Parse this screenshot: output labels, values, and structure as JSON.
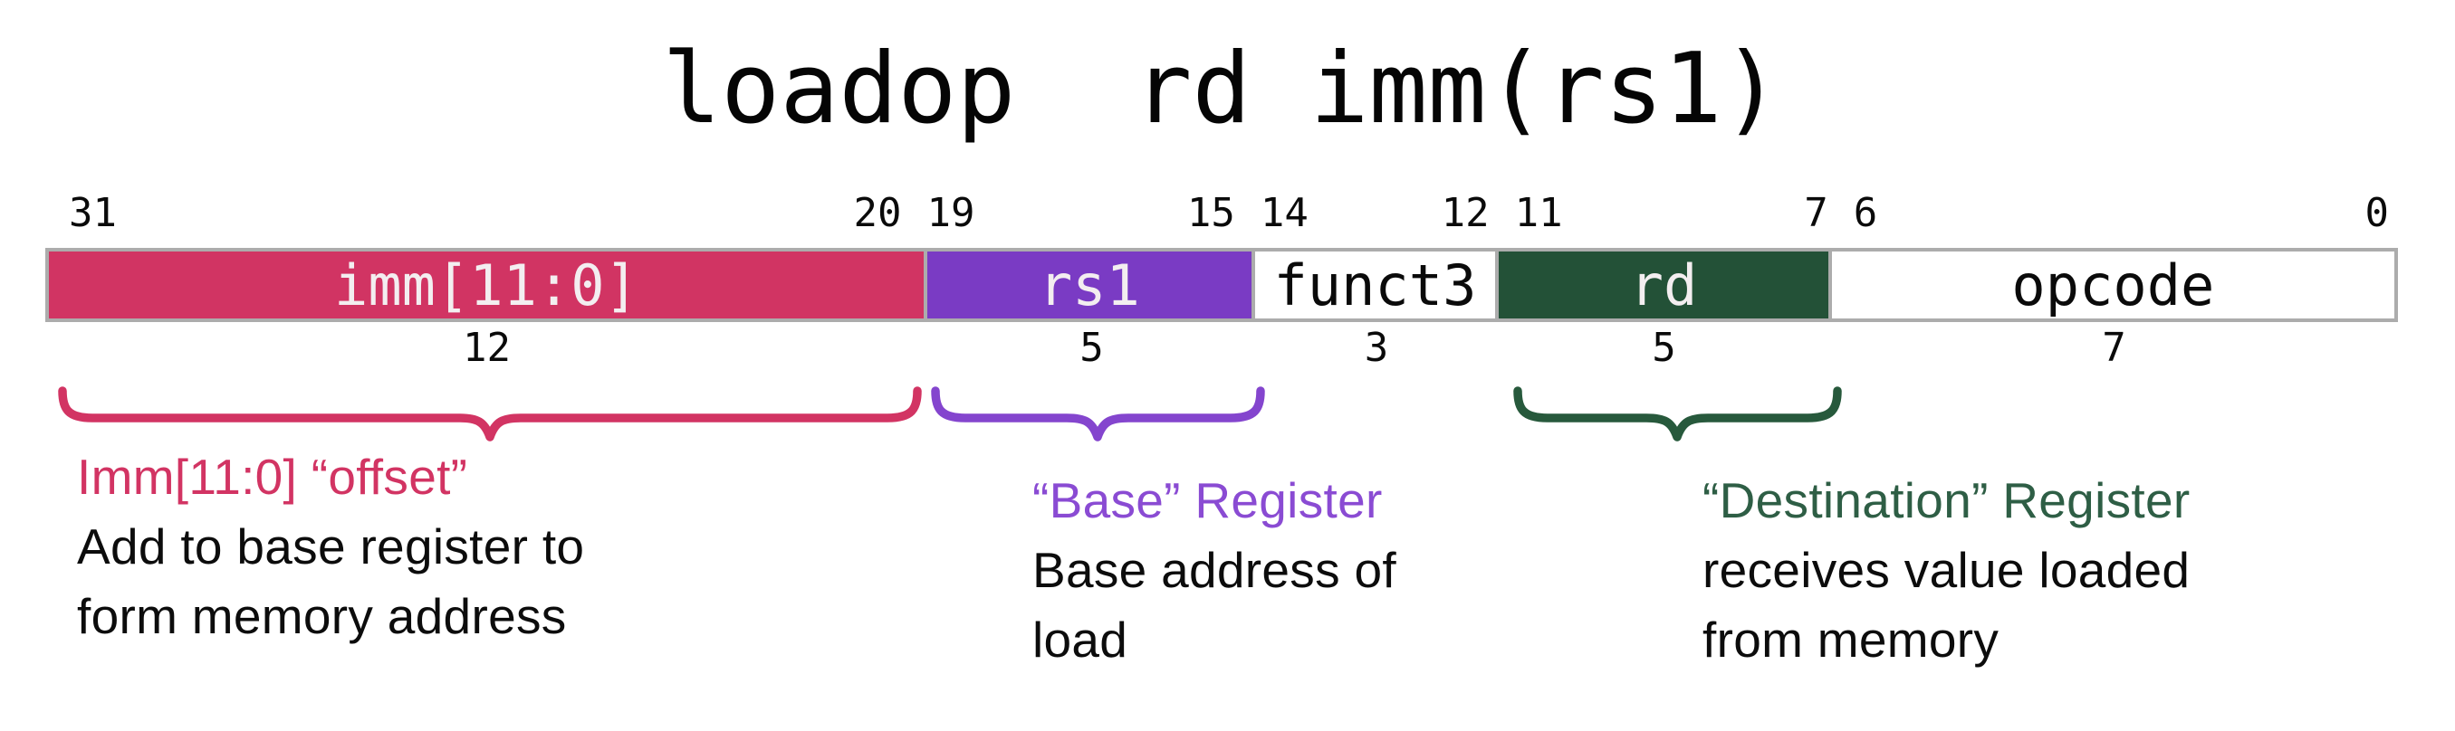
{
  "title": "loadop  rd imm(rs1)",
  "instruction": {
    "border_color": "#acacac",
    "fields": [
      {
        "name": "imm",
        "label": "imm[11:0]",
        "high_bit": "31",
        "low_bit": "20",
        "width_bits": "12",
        "bg": "#d13463",
        "fg": "#f3eef0"
      },
      {
        "name": "rs1",
        "label": "rs1",
        "high_bit": "19",
        "low_bit": "15",
        "width_bits": "5",
        "bg": "#7a3bc4",
        "fg": "#f3eef0"
      },
      {
        "name": "funct3",
        "label": "funct3",
        "high_bit": "14",
        "low_bit": "12",
        "width_bits": "3",
        "bg": "#ffffff",
        "fg": "#0a0a0a"
      },
      {
        "name": "rd",
        "label": "rd",
        "high_bit": "11",
        "low_bit": "7",
        "width_bits": "5",
        "bg": "#235137",
        "fg": "#f3eef0"
      },
      {
        "name": "opcode",
        "label": "opcode",
        "high_bit": "6",
        "low_bit": "0",
        "width_bits": "7",
        "bg": "#ffffff",
        "fg": "#0a0a0a"
      }
    ]
  },
  "annotations": [
    {
      "field": "imm",
      "heading": "Imm[11:0] “offset”",
      "body_lines": [
        "Add to base register to",
        "form memory address"
      ],
      "heading_color": "#d23463",
      "brace_color": "#d23463"
    },
    {
      "field": "rs1",
      "heading": "“Base” Register",
      "body_lines": [
        "Base address of",
        "load"
      ],
      "heading_color": "#8a4bd3",
      "brace_color": "#8445ce"
    },
    {
      "field": "rd",
      "heading": "“Destination” Register",
      "body_lines": [
        "receives value loaded",
        "from memory"
      ],
      "heading_color": "#2e5e45",
      "brace_color": "#27593c"
    }
  ]
}
